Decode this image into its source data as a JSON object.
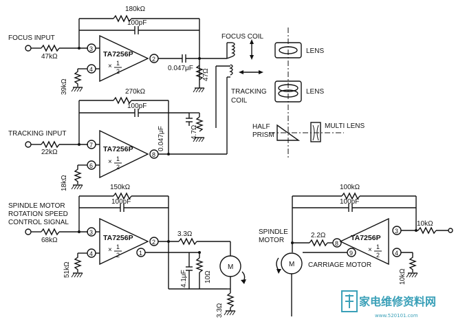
{
  "circuit1": {
    "input_label": "FOCUS INPUT",
    "r_in": "47kΩ",
    "r_fb": "180kΩ",
    "c_fb": "100pF",
    "amp_name": "TA7256P",
    "amp_times": "×",
    "amp_num": "1",
    "amp_den": "2",
    "pin_in": "3",
    "pin_gnd": "4",
    "pin_out": "2",
    "r_gnd": "39kΩ",
    "c_out": "0.047μF",
    "r_out": "47Ω",
    "coil_label": "FOCUS COIL"
  },
  "circuit2": {
    "input_label": "TRACKING INPUT",
    "r_in": "22kΩ",
    "r_fb": "270kΩ",
    "c_fb": "100pF",
    "amp_name": "TA7256P",
    "amp_times": "×",
    "amp_num": "1",
    "amp_den": "2",
    "pin_in": "7",
    "pin_gnd": "6",
    "pin_out": "8",
    "r_gnd": "18kΩ",
    "c_out": "0.047μF",
    "r_out": "4.7Ω",
    "coil_label_1": "TRACKING",
    "coil_label_2": "COIL"
  },
  "optics": {
    "lens1": "LENS",
    "lens2": "LENS",
    "prism_1": "HALF",
    "prism_2": "PRISM",
    "multi_lens": "MULTI LENS"
  },
  "circuit3": {
    "input_1": "SPINDLE MOTOR",
    "input_2": "ROTATION SPEED",
    "input_3": "CONTROL SIGNAL",
    "r_in": "68kΩ",
    "r_fb": "150kΩ",
    "c_fb": "100pF",
    "amp_name": "TA7256P",
    "amp_times": "×",
    "amp_num": "1",
    "amp_den": "2",
    "pin_in": "3",
    "pin_gnd": "4",
    "pin_out": "2",
    "pin_extra": "1",
    "r_gnd": "51kΩ",
    "r_out": "3.3Ω",
    "c_shunt": "4.1μF",
    "r_shunt": "10Ω",
    "r_bottom": "3.3Ω",
    "motor": "M"
  },
  "circuit4": {
    "motor_label_1": "SPINDLE",
    "motor_label_2": "MOTOR",
    "carriage_label": "CARRIAGE MOTOR",
    "r_fb": "100kΩ",
    "c_fb": "100pF",
    "r_mid": "2.2Ω",
    "amp_name": "TA7256P",
    "amp_times": "×",
    "amp_num": "1",
    "amp_den": "2",
    "pin_in_a": "8",
    "pin_in_b": "9",
    "pin_out": "3",
    "pin_gnd": "4",
    "r_out": "10kΩ",
    "r_gnd": "10kΩ",
    "motor": "M"
  },
  "watermark": {
    "text": "家电维修资料网",
    "url": "www.520101.com"
  }
}
